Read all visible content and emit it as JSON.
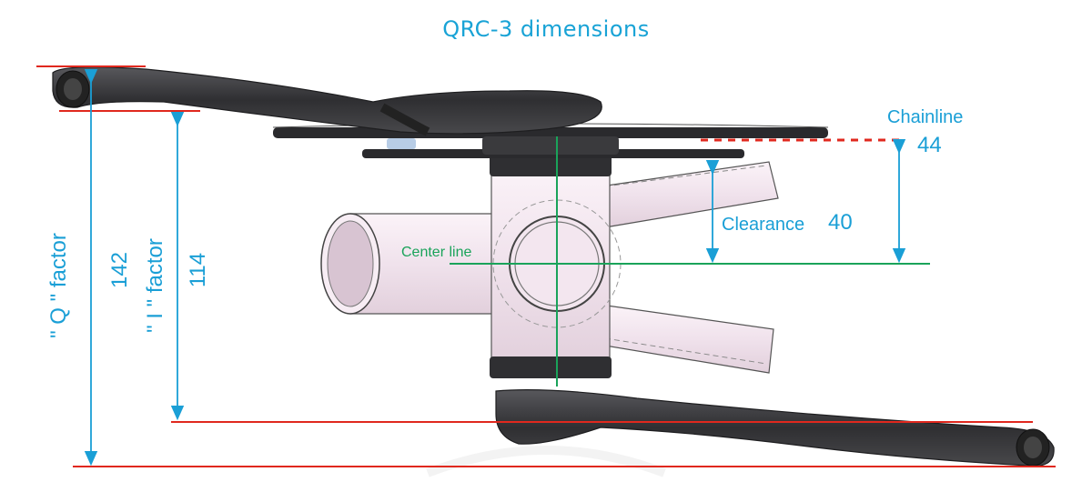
{
  "title": "QRC-3 dimensions",
  "labels": {
    "chainline": "Chainline",
    "chainline_value": "44",
    "clearance": "Clearance",
    "clearance_value": "40",
    "center_line": "Center line",
    "q_factor": "\" Q \"  factor",
    "q_factor_value": "142",
    "i_factor": "\" I \"  factor",
    "i_factor_value": "114"
  },
  "colors": {
    "dimension": "#1a9fd6",
    "reference_line": "#e0281e",
    "center_line": "#1aa35a",
    "crank": "#3a3a3c",
    "frame": "#f3e6ef"
  }
}
